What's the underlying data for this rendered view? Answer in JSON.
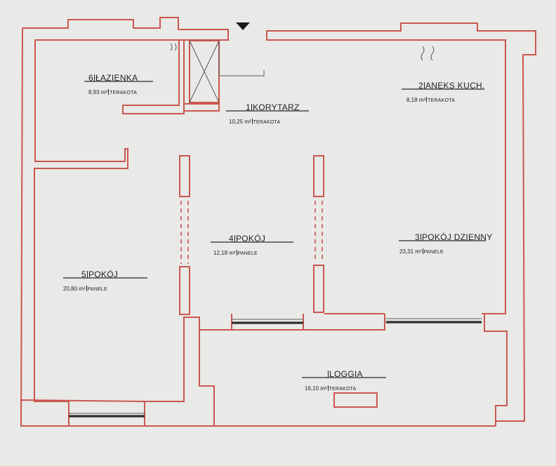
{
  "colors": {
    "wall": "#c9574f",
    "paper": "#e9e9e7",
    "text": "#222222"
  },
  "icons": {
    "entrance": "entrance-arrow-icon",
    "ventilation": "ventilation-shaft-icon"
  },
  "rooms": [
    {
      "number": "6",
      "name": "ŁAZIENKA",
      "area": "8,93 m²",
      "finish": "TERAKOTA"
    },
    {
      "number": "1",
      "name": "KORYTARZ",
      "area": "10,25 m²",
      "finish": "TERAKOTA"
    },
    {
      "number": "2",
      "name": "ANEKS KUCH.",
      "area": "8,18 m²",
      "finish": "TERAKOTA"
    },
    {
      "number": "4",
      "name": "POKÓJ",
      "area": "12,18 m²",
      "finish": "PANELE"
    },
    {
      "number": "3",
      "name": "POKÓJ DZIENNY",
      "area": "23,31 m²",
      "finish": "PANELE"
    },
    {
      "number": "5",
      "name": "POKÓJ",
      "area": "20,80 m²",
      "finish": "PANELE"
    },
    {
      "number": "",
      "name": "LOGGIA",
      "area": "16,10 m²",
      "finish": "TERAKOTA"
    }
  ]
}
